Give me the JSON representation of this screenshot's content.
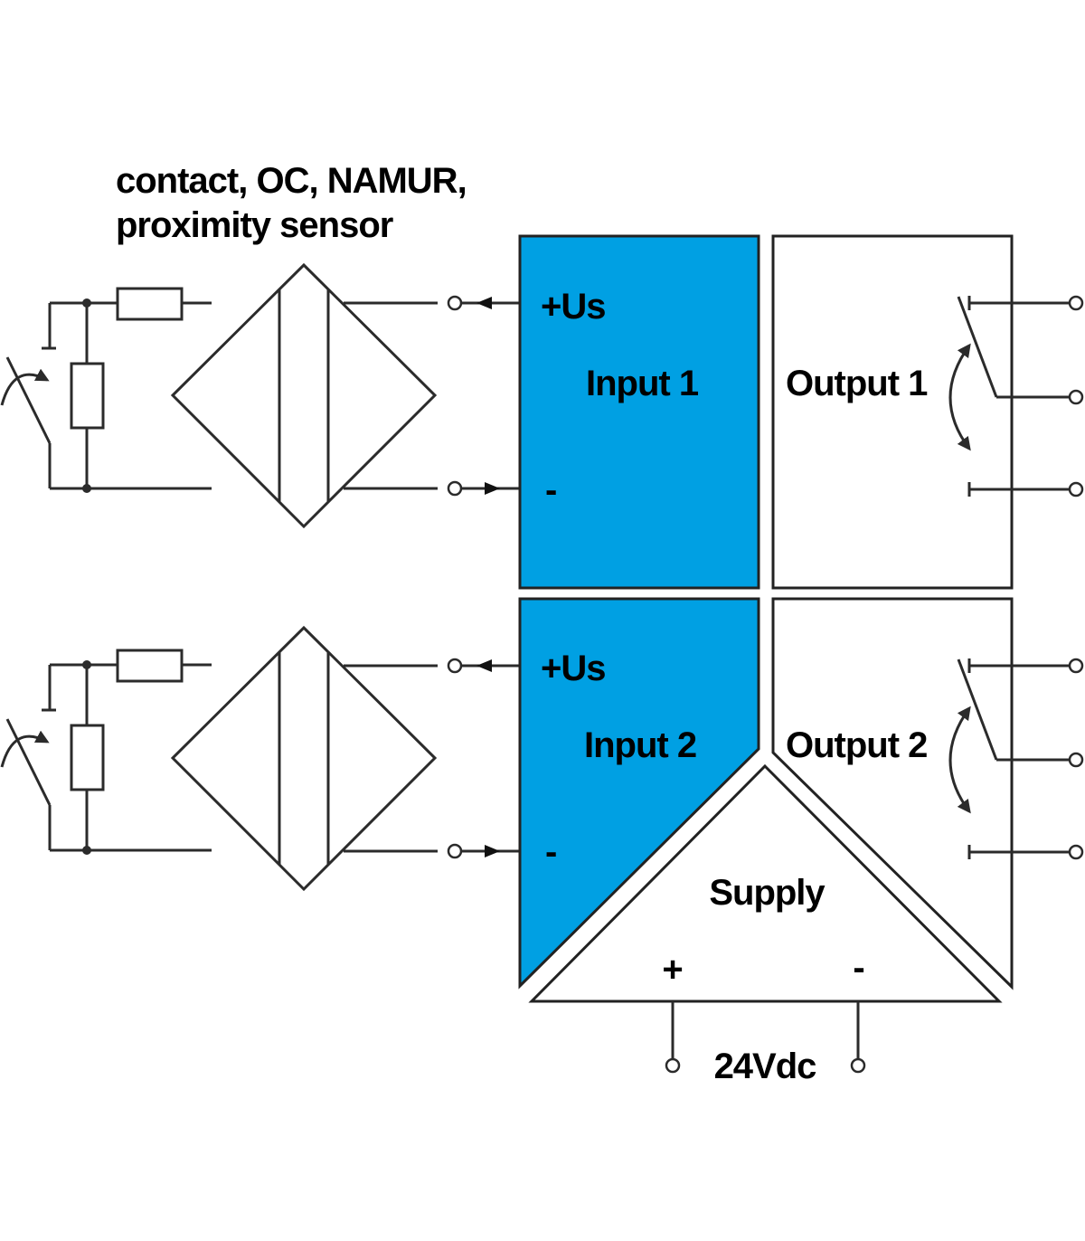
{
  "title": {
    "line1": "contact, OC, NAMUR,",
    "line2": "proximity sensor"
  },
  "colors": {
    "input_fill": "#00a0e3",
    "line": "#2b2b2b",
    "text": "#000000",
    "background": "#ffffff"
  },
  "channels": [
    {
      "input": {
        "label": "Input 1",
        "plus": "+Us",
        "minus": "-"
      },
      "output": {
        "label": "Output 1"
      }
    },
    {
      "input": {
        "label": "Input 2",
        "plus": "+Us",
        "minus": "-"
      },
      "output": {
        "label": "Output 2"
      }
    }
  ],
  "supply": {
    "label": "Supply",
    "plus": "+",
    "minus": "-",
    "voltage": "24Vdc"
  },
  "icons": {
    "sensor_circuit": "resistor-switch-network",
    "sensor": "proximity-sensor-diamond",
    "terminal": "open-circle-terminal",
    "relay": "changeover-relay-contact"
  }
}
